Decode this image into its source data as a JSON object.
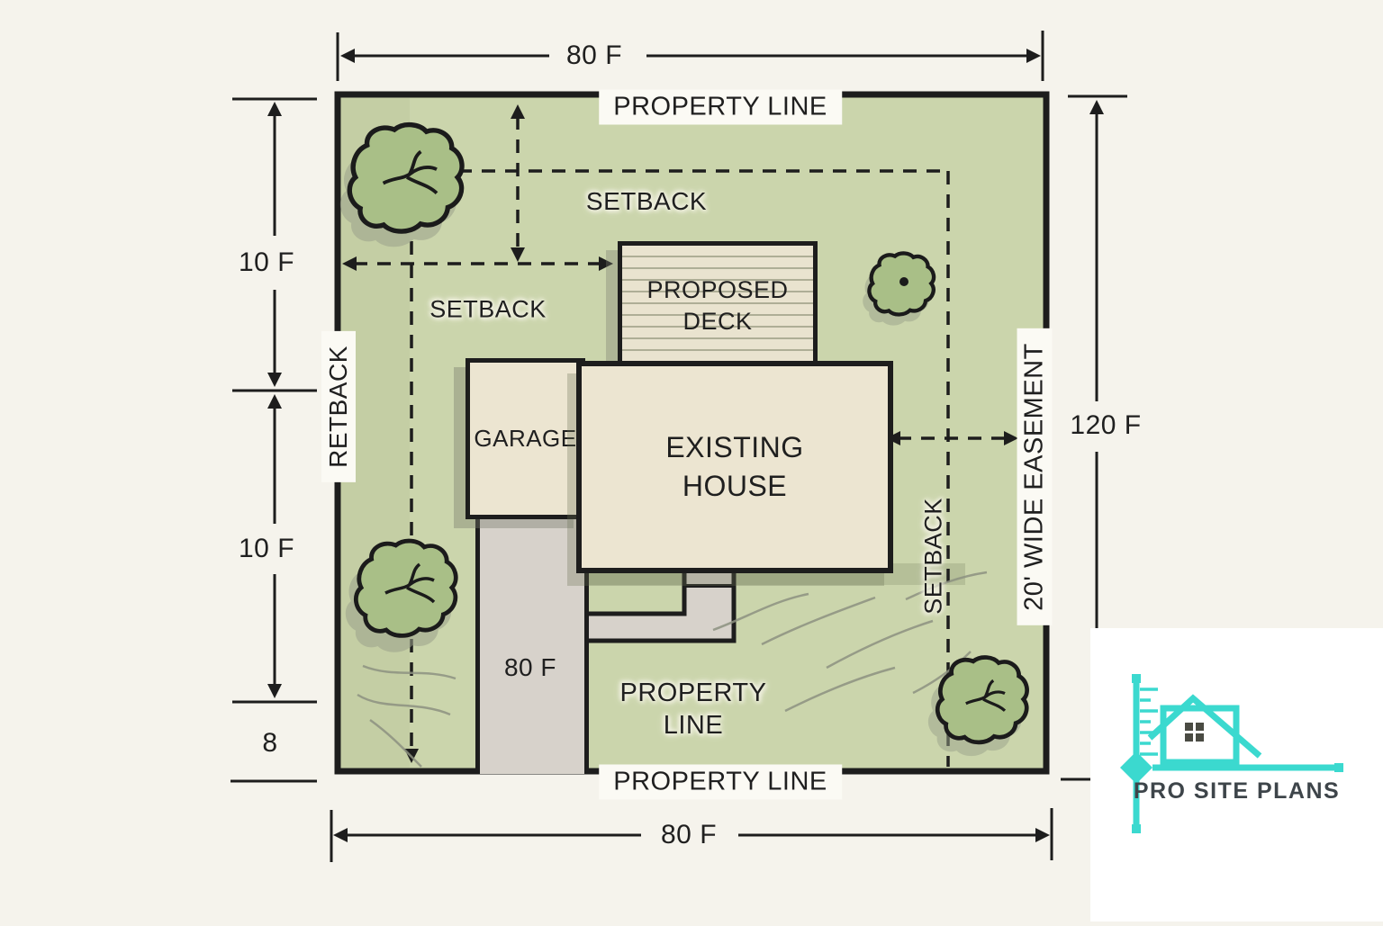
{
  "site_plan": {
    "dimensions": {
      "top": "80 F",
      "bottom": "80 F",
      "right": "120 F",
      "left_upper": "10 F",
      "left_lower": "10 F",
      "left_offset": "8",
      "driveway": "80 F"
    },
    "boundary": {
      "top": "PROPERTY LINE",
      "bottom": "PROPERTY LINE",
      "inner_line1": "PROPERTY",
      "inner_line2": "LINE",
      "left_vertical": "RETBACK",
      "easement": "20' WIDE EASEMENT"
    },
    "setbacks": {
      "top": "SETBACK",
      "left": "SETBACK",
      "right": "SETBACK"
    },
    "structures": {
      "house_line1": "EXISTING",
      "house_line2": "HOUSE",
      "garage": "GARAGE",
      "deck_line1": "PROPOSED",
      "deck_line2": "DECK"
    }
  },
  "logo": {
    "text": "PRO SITE PLANS"
  },
  "colors": {
    "paper": "#f5f3ec",
    "lawn": "#cbd5ac",
    "building_fill": "#ece5d1",
    "paving": "#d7d2cb",
    "line_black": "#1d1d1d",
    "tree_green": "#a9bf87",
    "logo_teal": "#3bd9cf",
    "logo_text": "#3e454a"
  }
}
